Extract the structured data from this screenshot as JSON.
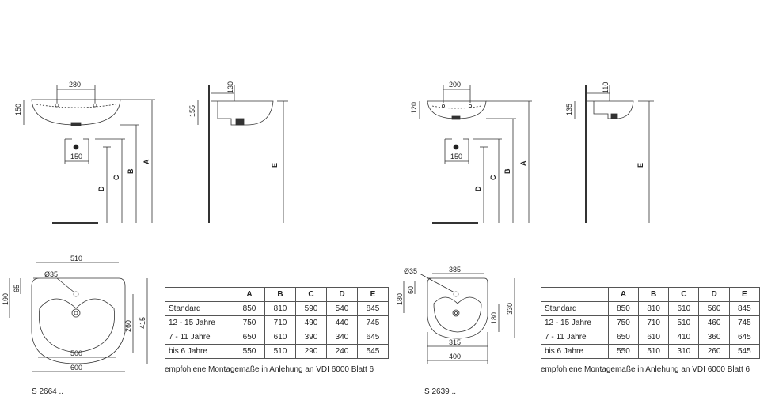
{
  "left": {
    "model": "S 2664 ..",
    "front_view": {
      "width_taps": "280",
      "height": "150",
      "waste_offset": "150",
      "labels": [
        "D",
        "C",
        "B",
        "A"
      ]
    },
    "side_view": {
      "depth1": "130",
      "depth2": "155",
      "label": "E"
    },
    "plan_view": {
      "outer_width": "510",
      "hole": "Ø35",
      "hole_offset": "65",
      "depth": "190",
      "inner_depth": "260",
      "total_depth": "415",
      "bowl_width": "500",
      "total_width": "600"
    },
    "table": {
      "headers": [
        "",
        "A",
        "B",
        "C",
        "D",
        "E"
      ],
      "rows": [
        [
          "Standard",
          "850",
          "810",
          "590",
          "540",
          "845"
        ],
        [
          "12 - 15 Jahre",
          "750",
          "710",
          "490",
          "440",
          "745"
        ],
        [
          "7 - 11 Jahre",
          "650",
          "610",
          "390",
          "340",
          "645"
        ],
        [
          "bis 6 Jahre",
          "550",
          "510",
          "290",
          "240",
          "545"
        ]
      ],
      "note": "empfohlene Montagemaße in Anlehung an VDI 6000 Blatt 6"
    }
  },
  "right": {
    "model": "S 2639 ..",
    "front_view": {
      "width_taps": "200",
      "height": "120",
      "waste_offset": "150",
      "labels": [
        "D",
        "C",
        "B",
        "A"
      ]
    },
    "side_view": {
      "depth1": "110",
      "depth2": "135",
      "label": "E"
    },
    "plan_view": {
      "outer_width": "385",
      "hole": "Ø35",
      "hole_offset": "60",
      "depth": "180",
      "inner_depth": "180",
      "total_depth": "330",
      "bowl_width": "315",
      "total_width": "400"
    },
    "table": {
      "headers": [
        "",
        "A",
        "B",
        "C",
        "D",
        "E"
      ],
      "rows": [
        [
          "Standard",
          "850",
          "810",
          "610",
          "560",
          "845"
        ],
        [
          "12 - 15 Jahre",
          "750",
          "710",
          "510",
          "460",
          "745"
        ],
        [
          "7 - 11 Jahre",
          "650",
          "610",
          "410",
          "360",
          "645"
        ],
        [
          "bis 6 Jahre",
          "550",
          "510",
          "310",
          "260",
          "545"
        ]
      ],
      "note": "empfohlene Montagemaße in Anlehung an VDI 6000 Blatt 6"
    }
  }
}
